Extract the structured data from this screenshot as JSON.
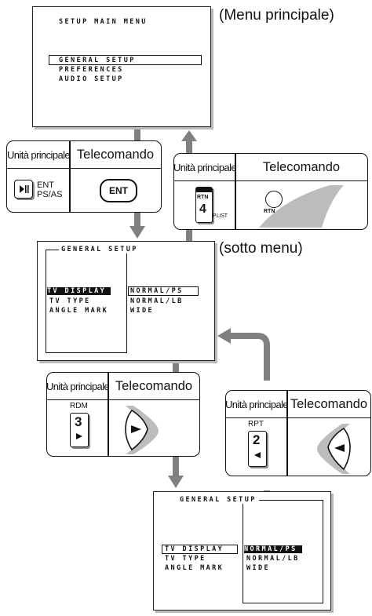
{
  "captions": {
    "main_menu": "(Menu principale)",
    "sub_menu": "(sotto menu)"
  },
  "screen_main": {
    "title": "SETUP MAIN MENU",
    "items": [
      "GENERAL SETUP",
      "PREFERENCES",
      "AUDIO SETUP"
    ],
    "selected_index": 0
  },
  "screen_sub": {
    "title": "GENERAL SETUP",
    "left_items": [
      "TV DISPLAY",
      "TV TYPE",
      "ANGLE MARK"
    ],
    "right_items": [
      "NORMAL/PS",
      "NORMAL/LB",
      "WIDE"
    ]
  },
  "screen_bottom": {
    "title": "GENERAL SETUP",
    "left_items": [
      "TV DISPLAY",
      "TV TYPE",
      "ANGLE MARK"
    ],
    "right_items": [
      "NORMAL/PS",
      "NORMAL/LB",
      "WIDE"
    ]
  },
  "box_enter": {
    "unit_label": "Unità principale",
    "remote_label": "Telecomando",
    "unit_key_line1": "ENT",
    "unit_key_line2": "PS/AS",
    "remote_key": "ENT"
  },
  "box_return": {
    "unit_label": "Unità principale",
    "remote_label": "Telecomando",
    "unit_key_label": "RTN",
    "unit_key_number": "4",
    "unit_key_sub": "P.LIST",
    "remote_key": "RTN"
  },
  "box_right": {
    "unit_label": "Unità principale",
    "remote_label": "Telecomando",
    "unit_key_label": "RDM",
    "unit_key_number": "3"
  },
  "box_left": {
    "unit_label": "Unità principale",
    "remote_label": "Telecomando",
    "unit_key_label": "RPT",
    "unit_key_number": "2"
  },
  "colors": {
    "connector": "#808080",
    "remote_gray": "#bcbcbc",
    "shadow": "#b9b9b9"
  }
}
